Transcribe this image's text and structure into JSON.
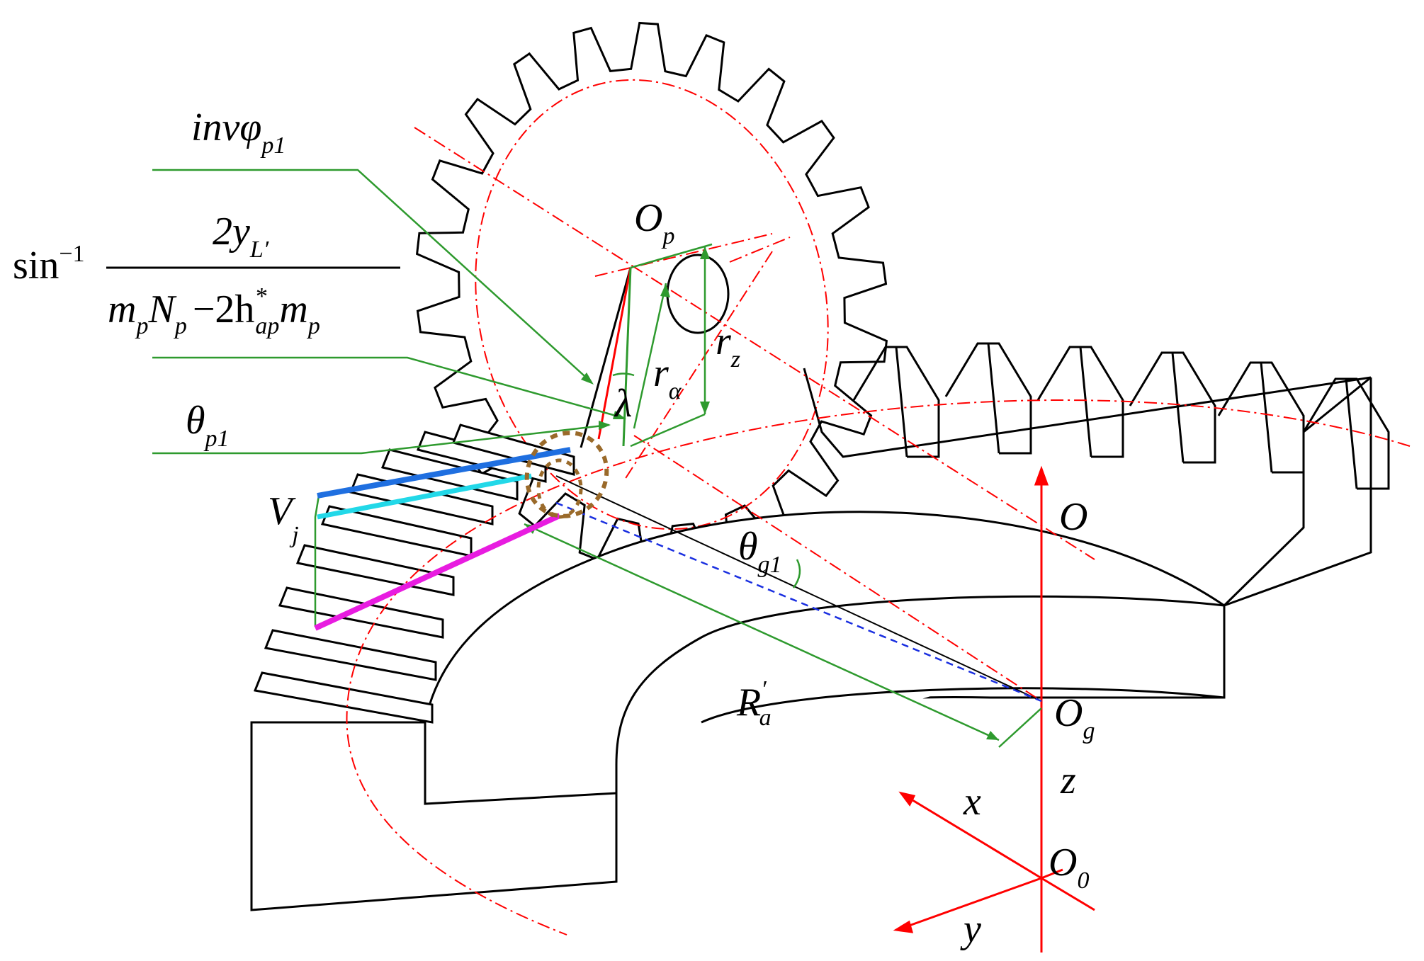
{
  "labels": {
    "inv": "inv",
    "phi": "φ",
    "p1": "p1",
    "sin": "sin",
    "minus_one": "−1",
    "two_y": "2y",
    "L_prime": "L′",
    "m": "m",
    "p": "p",
    "N": "N",
    "minus_2h": "−2h",
    "star": "*",
    "ap": "ap",
    "theta": "θ",
    "O": "O",
    "r": "r",
    "alpha": "α",
    "z": "z",
    "lambda": "λ",
    "V": "V",
    "j": "j",
    "g1": "g1",
    "R": "R",
    "a_prime": "a",
    "prime": "′",
    "g": "g",
    "x": "x",
    "y": "y",
    "zero": "0"
  },
  "colors": {
    "outline": "#000000",
    "red": "#ff0000",
    "green": "#2e9a2e",
    "blue": "#1f6fe0",
    "cyan": "#22d8e8",
    "magenta": "#e81ce0",
    "dashed_blue": "#1a2fe0",
    "brown": "#9a6a2a"
  }
}
